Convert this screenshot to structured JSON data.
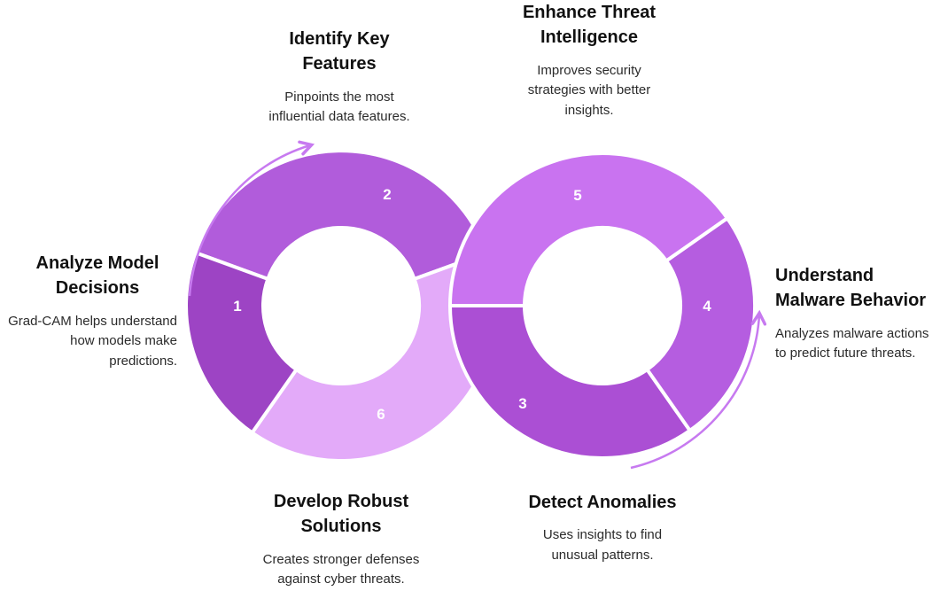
{
  "diagram": {
    "arrow_color": "#c77af0",
    "number_color": "#ffffff",
    "segments": [
      {
        "number": "1",
        "color": "#9d44c4"
      },
      {
        "number": "2",
        "color": "#b15cdb"
      },
      {
        "number": "3",
        "color": "#ab4fd4"
      },
      {
        "number": "4",
        "color": "#b55de0"
      },
      {
        "number": "5",
        "color": "#c973f0"
      },
      {
        "number": "6",
        "color": "#e3aaf9"
      }
    ],
    "labels": {
      "identify": {
        "title": "Identify Key Features",
        "body": "Pinpoints the most influential data features."
      },
      "enhance": {
        "title": "Enhance Threat Intelligence",
        "body": "Improves security strategies with better insights."
      },
      "analyze": {
        "title": "Analyze Model Decisions",
        "body": "Grad-CAM helps understand how models make predictions."
      },
      "understand": {
        "title": "Understand Malware Behavior",
        "body": "Analyzes malware actions to predict future threats."
      },
      "develop": {
        "title": "Develop Robust Solutions",
        "body": "Creates stronger defenses against cyber threats."
      },
      "detect": {
        "title": "Detect Anomalies",
        "body": "Uses insights to find unusual patterns."
      }
    }
  }
}
